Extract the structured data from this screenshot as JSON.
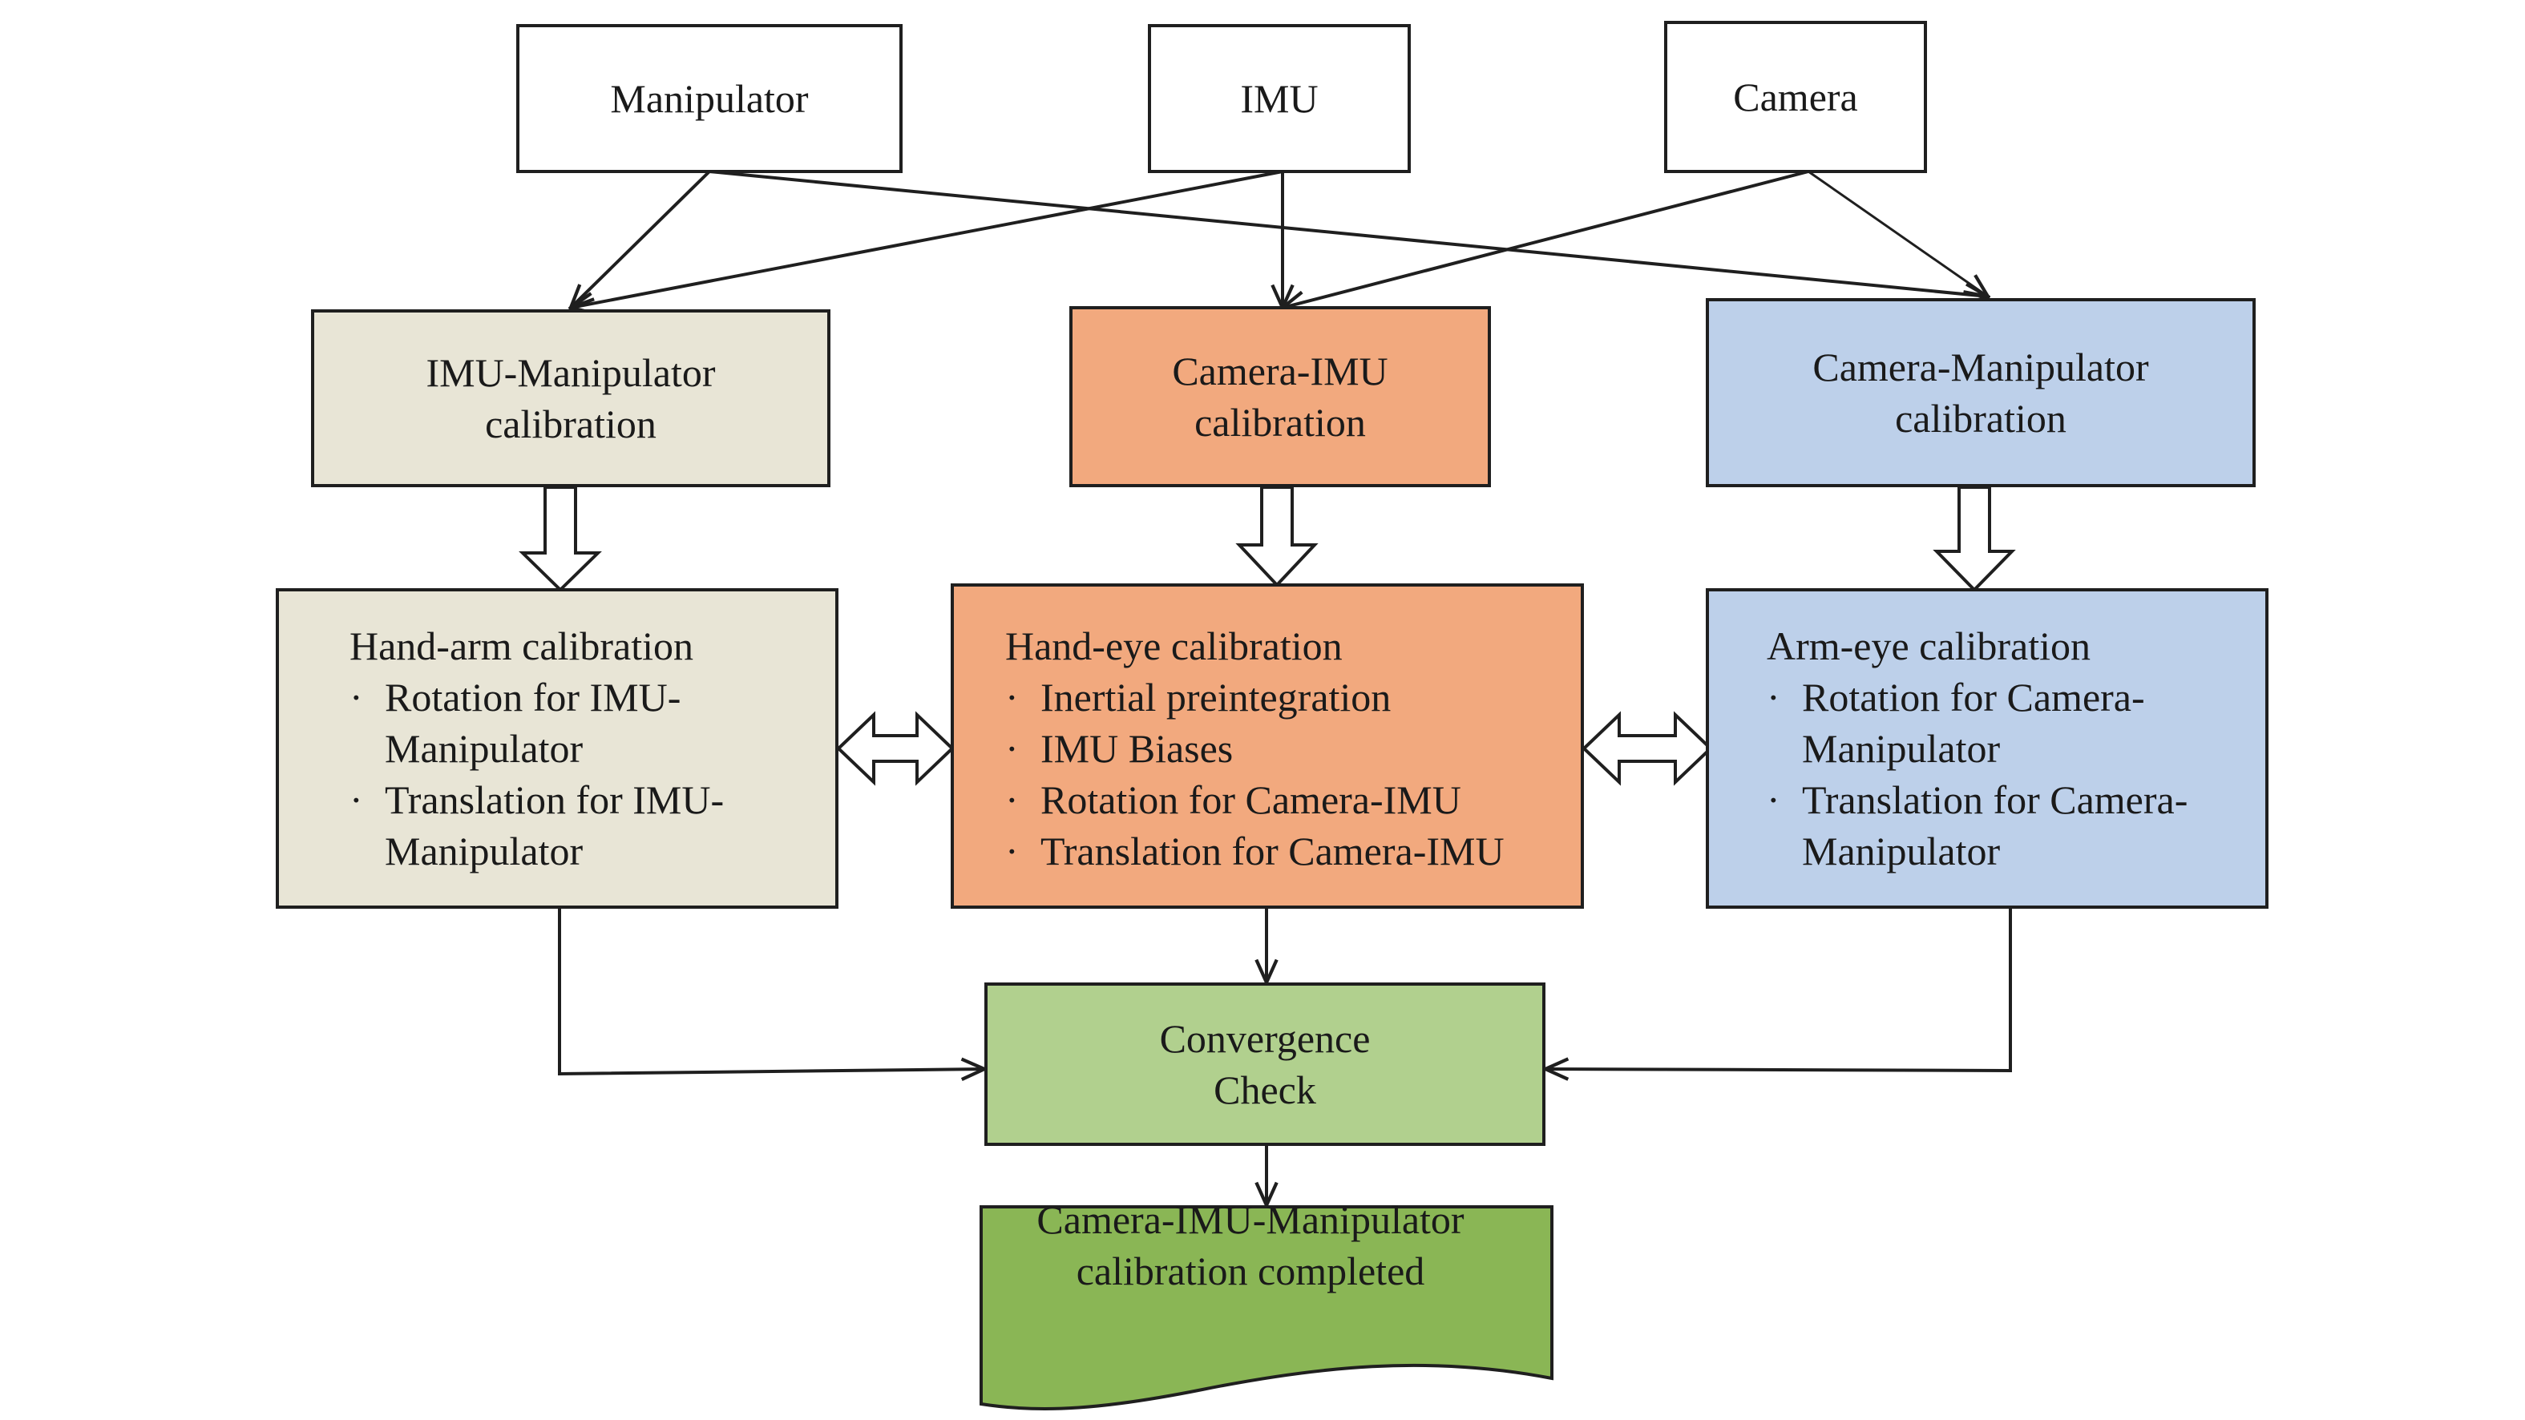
{
  "sources": {
    "manipulator": "Manipulator",
    "imu": "IMU",
    "camera": "Camera"
  },
  "calibrations": {
    "imu_manipulator": [
      "IMU-Manipulator",
      "calibration"
    ],
    "camera_imu": [
      "Camera-IMU",
      "calibration"
    ],
    "camera_manipulator": [
      "Camera-Manipulator",
      "calibration"
    ]
  },
  "details": {
    "hand_arm": {
      "title": "Hand-arm calibration",
      "items": [
        [
          "Rotation for IMU-",
          "Manipulator"
        ],
        [
          "Translation for IMU-",
          "Manipulator"
        ]
      ]
    },
    "hand_eye": {
      "title": "Hand-eye calibration",
      "items": [
        [
          "Inertial preintegration"
        ],
        [
          "IMU Biases"
        ],
        [
          "Rotation for Camera-IMU"
        ],
        [
          "Translation for Camera-IMU"
        ]
      ]
    },
    "arm_eye": {
      "title": "Arm-eye calibration",
      "items": [
        [
          "Rotation for Camera-",
          "Manipulator"
        ],
        [
          "Translation for Camera-",
          "Manipulator"
        ]
      ]
    }
  },
  "bullet": "·",
  "convergence": [
    "Convergence",
    "Check"
  ],
  "final": [
    "Camera-IMU-Manipulator",
    "calibration completed"
  ],
  "colors": {
    "white": "#ffffff",
    "beige": "#e8e5d6",
    "orange": "#f2a97e",
    "blue": "#bdd0ea",
    "light_green": "#b1d08e",
    "dark_green": "#8ab655",
    "stroke": "#1f1f1f"
  }
}
